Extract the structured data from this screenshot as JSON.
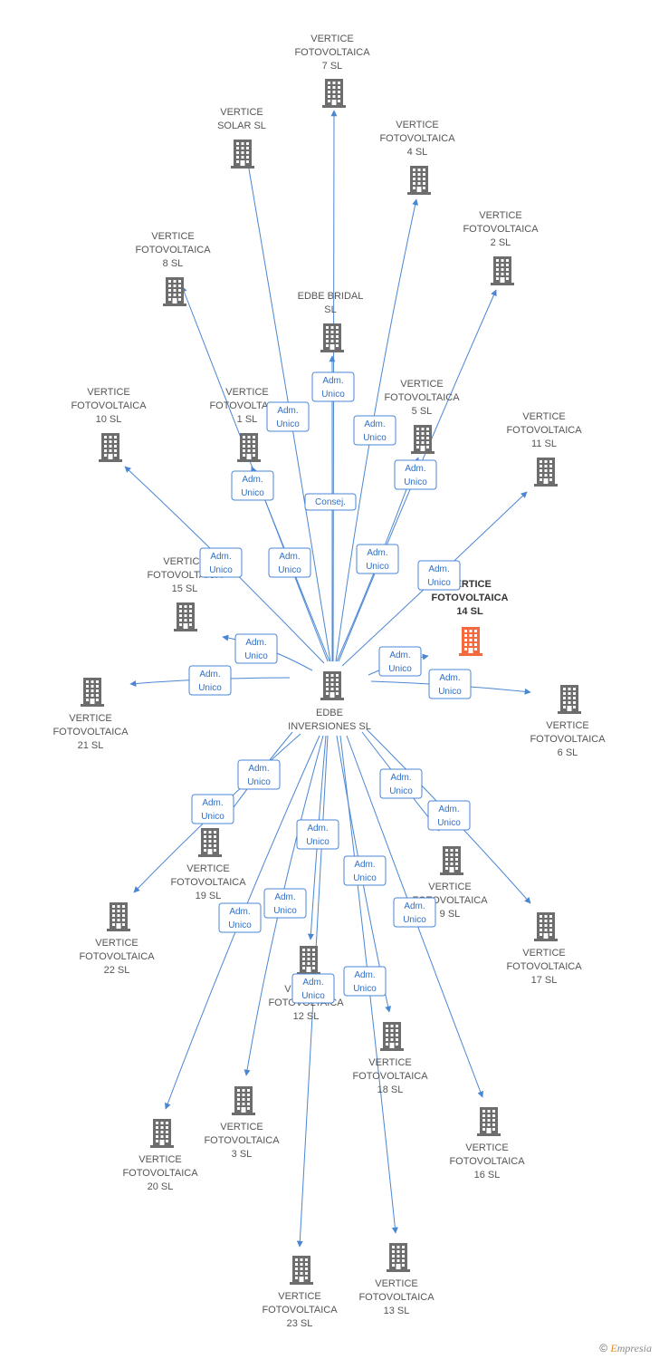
{
  "colors": {
    "edge": "#4a86d4",
    "node": "#6d6d6d",
    "highlight": "#f26a3d",
    "label_text": "#2f6fc6"
  },
  "center": {
    "id": "center",
    "lines": [
      "EDBE",
      "INVERSIONES SL"
    ]
  },
  "nodes": [
    {
      "id": "n7",
      "lines": [
        "VERTICE",
        "FOTOVOLTAICA",
        "7 SL"
      ]
    },
    {
      "id": "nsolar",
      "lines": [
        "VERTICE",
        "SOLAR SL"
      ]
    },
    {
      "id": "n4",
      "lines": [
        "VERTICE",
        "FOTOVOLTAICA",
        "4 SL"
      ]
    },
    {
      "id": "n2",
      "lines": [
        "VERTICE",
        "FOTOVOLTAICA",
        "2 SL"
      ]
    },
    {
      "id": "n8",
      "lines": [
        "VERTICE",
        "FOTOVOLTAICA",
        "8 SL"
      ]
    },
    {
      "id": "nbridal",
      "lines": [
        "EDBE BRIDAL",
        "SL"
      ]
    },
    {
      "id": "n10",
      "lines": [
        "VERTICE",
        "FOTOVOLTAICA",
        "10 SL"
      ]
    },
    {
      "id": "n1",
      "lines": [
        "VERTICE",
        "FOTOVOLTAICA",
        "1 SL"
      ]
    },
    {
      "id": "n5",
      "lines": [
        "VERTICE",
        "FOTOVOLTAICA",
        "5 SL"
      ]
    },
    {
      "id": "n11",
      "lines": [
        "VERTICE",
        "FOTOVOLTAICA",
        "11 SL"
      ]
    },
    {
      "id": "n15",
      "lines": [
        "VERTICE",
        "FOTOVOLTAICA",
        "15 SL"
      ]
    },
    {
      "id": "n14",
      "lines": [
        "VERTICE",
        "FOTOVOLTAICA",
        "14 SL"
      ],
      "highlight": true
    },
    {
      "id": "n21",
      "lines": [
        "VERTICE",
        "FOTOVOLTAICA",
        "21 SL"
      ]
    },
    {
      "id": "n6",
      "lines": [
        "VERTICE",
        "FOTOVOLTAICA",
        "6 SL"
      ]
    },
    {
      "id": "n19",
      "lines": [
        "VERTICE",
        "FOTOVOLTAICA",
        "19 SL"
      ]
    },
    {
      "id": "n9",
      "lines": [
        "VERTICE",
        "FOTOVOLTAICA",
        "9 SL"
      ]
    },
    {
      "id": "n22",
      "lines": [
        "VERTICE",
        "FOTOVOLTAICA",
        "22 SL"
      ]
    },
    {
      "id": "n17",
      "lines": [
        "VERTICE",
        "FOTOVOLTAICA",
        "17 SL"
      ]
    },
    {
      "id": "n12",
      "lines": [
        "VERTICE",
        "FOTOVOLTAICA",
        "12 SL"
      ]
    },
    {
      "id": "n18",
      "lines": [
        "VERTICE",
        "FOTOVOLTAICA",
        "18 SL"
      ]
    },
    {
      "id": "n3",
      "lines": [
        "VERTICE",
        "FOTOVOLTAICA",
        "3 SL"
      ]
    },
    {
      "id": "n20",
      "lines": [
        "VERTICE",
        "FOTOVOLTAICA",
        "20 SL"
      ]
    },
    {
      "id": "n16",
      "lines": [
        "VERTICE",
        "FOTOVOLTAICA",
        "16 SL"
      ]
    },
    {
      "id": "n23",
      "lines": [
        "VERTICE",
        "FOTOVOLTAICA",
        "23 SL"
      ]
    },
    {
      "id": "n13",
      "lines": [
        "VERTICE",
        "FOTOVOLTAICA",
        "13 SL"
      ]
    }
  ],
  "edges": [
    {
      "to": "n7",
      "label": [
        "Adm.",
        "Unico"
      ]
    },
    {
      "to": "nsolar",
      "label": [
        "Adm.",
        "Unico"
      ]
    },
    {
      "to": "n4",
      "label": [
        "Adm.",
        "Unico"
      ]
    },
    {
      "to": "n2",
      "label": [
        "Adm.",
        "Unico"
      ]
    },
    {
      "to": "n8",
      "label": [
        "Adm.",
        "Unico"
      ]
    },
    {
      "to": "nbridal",
      "label": [
        "Consej."
      ]
    },
    {
      "to": "n10",
      "label": [
        "Adm.",
        "Unico"
      ]
    },
    {
      "to": "n1",
      "label": [
        "Adm.",
        "Unico"
      ]
    },
    {
      "to": "n5",
      "label": [
        "Adm.",
        "Unico"
      ]
    },
    {
      "to": "n11",
      "label": [
        "Adm.",
        "Unico"
      ]
    },
    {
      "to": "n15",
      "label": [
        "Adm.",
        "Unico"
      ]
    },
    {
      "to": "n14",
      "label": [
        "Adm.",
        "Unico"
      ]
    },
    {
      "to": "n21",
      "label": [
        "Adm.",
        "Unico"
      ]
    },
    {
      "to": "n6",
      "label": [
        "Adm.",
        "Unico"
      ]
    },
    {
      "to": "n19",
      "label": [
        "Adm.",
        "Unico"
      ]
    },
    {
      "to": "n9",
      "label": [
        "Adm.",
        "Unico"
      ]
    },
    {
      "to": "n22",
      "label": [
        "Adm.",
        "Unico"
      ]
    },
    {
      "to": "n17",
      "label": [
        "Adm.",
        "Unico"
      ]
    },
    {
      "to": "n12",
      "label": [
        "Adm.",
        "Unico"
      ]
    },
    {
      "to": "n18",
      "label": [
        "Adm.",
        "Unico"
      ]
    },
    {
      "to": "n3",
      "label": [
        "Adm.",
        "Unico"
      ]
    },
    {
      "to": "n20",
      "label": [
        "Adm.",
        "Unico"
      ]
    },
    {
      "to": "n16",
      "label": [
        "Adm.",
        "Unico"
      ]
    },
    {
      "to": "n23",
      "label": [
        "Adm.",
        "Unico"
      ]
    },
    {
      "to": "n13",
      "label": [
        "Adm.",
        "Unico"
      ]
    }
  ],
  "footer": {
    "copyright": "©",
    "brand_first": "E",
    "brand_rest": "mpresia"
  }
}
